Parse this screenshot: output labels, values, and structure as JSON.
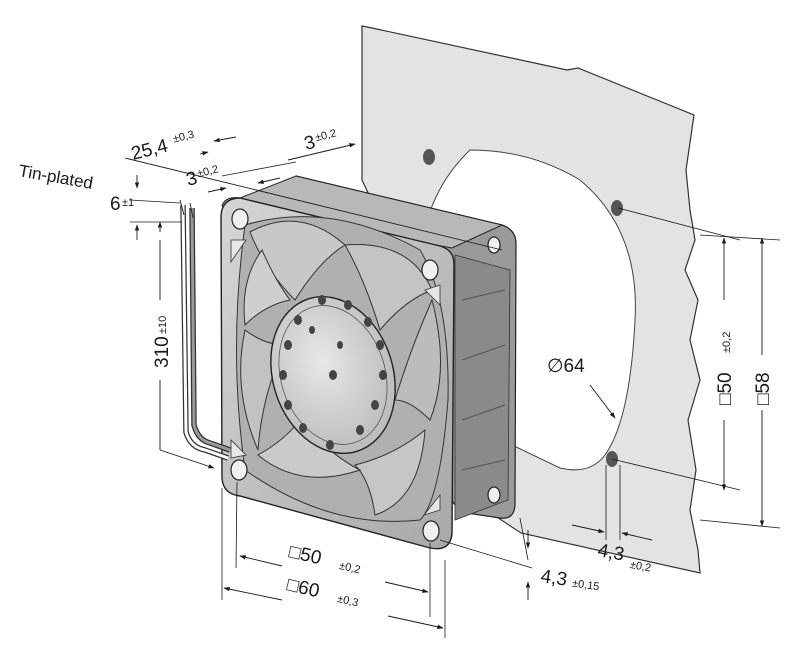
{
  "labels": {
    "wire_label": "Tin-plated",
    "wire_strip": "6",
    "wire_strip_tol": "±1",
    "cable_length": "310",
    "cable_length_tol": "±10",
    "depth": "25,4",
    "depth_tol": "±0,3",
    "flange_left": "3",
    "flange_left_tol": "±0,2",
    "flange_right": "3",
    "flange_right_tol": "±0,2",
    "hole_pitch_bottom": "□50",
    "hole_pitch_bottom_tol": "±0,2",
    "frame_size_bottom": "□60",
    "frame_size_bottom_tol": "±0,3",
    "mount_hole_a": "4,3",
    "mount_hole_a_tol": "±0,15",
    "mount_hole_b": "4,3",
    "mount_hole_b_tol": "±0,2",
    "cutout_diameter": "∅64",
    "panel_pitch": "□50",
    "panel_pitch_tol": "±0,2",
    "panel_size": "□58"
  },
  "colors": {
    "ink": "#1a1a1a",
    "panel": "#e3e3e3",
    "frame_front": "#c9c9c9",
    "frame_side": "#9a9a9a",
    "blade": "#c4c4c4",
    "hub": "#d8d8d8"
  }
}
